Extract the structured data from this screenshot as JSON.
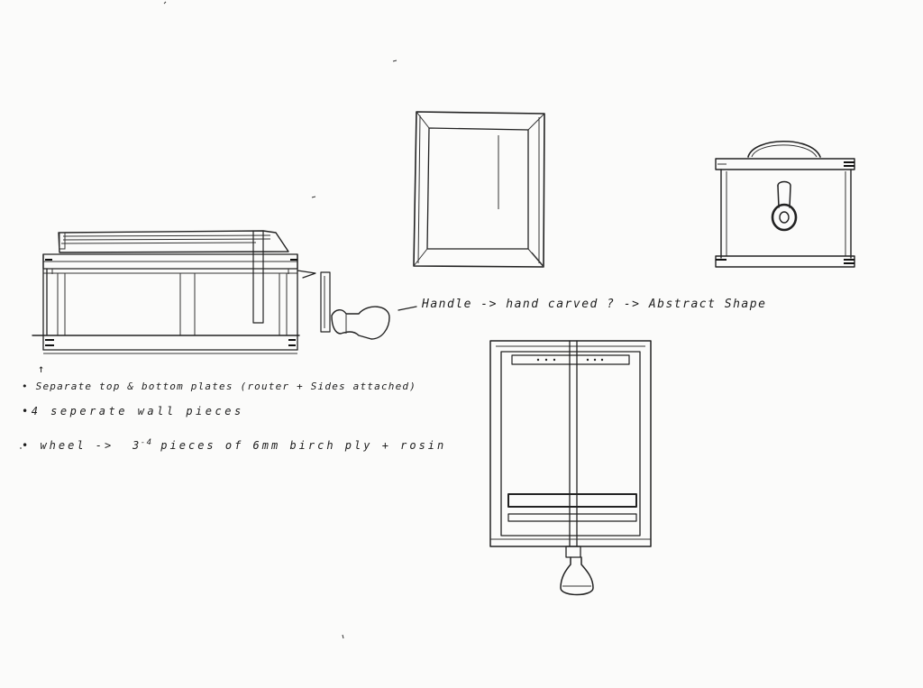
{
  "notes": {
    "handle": "Handle -> hand carved ? -> Abstract Shape",
    "bullet_1": "• Separate top & bottom plates (router + Sides attached)",
    "bullet_2": "•4 seperate wall pieces",
    "bullet_3_prefix": "• wheel ->",
    "bullet_3_sup": "-4",
    "bullet_3_count": "3",
    "bullet_3_rest": "pieces of 6mm birch ply + rosin",
    "arrow_mark": "↑"
  }
}
